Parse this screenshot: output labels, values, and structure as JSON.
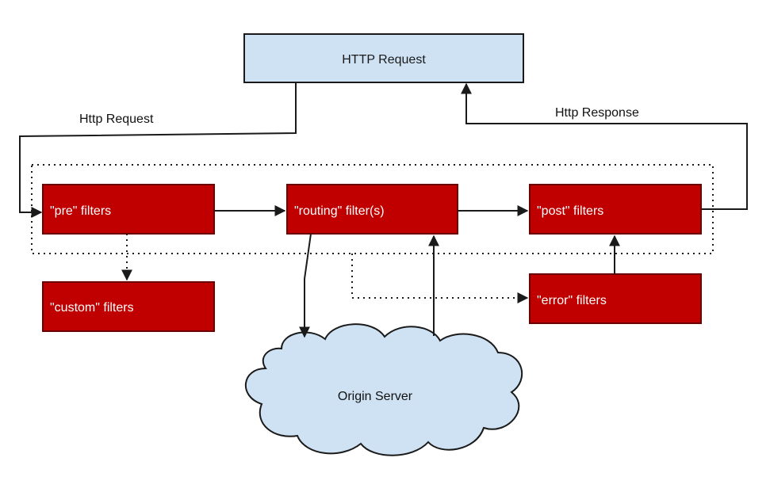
{
  "diagram": {
    "top_box": {
      "label": "HTTP Request",
      "fill": "#cfe2f3",
      "stroke": "#1a1a1a"
    },
    "edges": {
      "request_label": "Http Request",
      "response_label": "Http Response"
    },
    "filters": {
      "fill": "#c00000",
      "stroke": "#6b0000",
      "text_color": "#ffffff",
      "pre": "\"pre\" filters",
      "routing": "\"routing\" filter(s)",
      "post": "\"post\" filters",
      "custom": "\"custom\" filters",
      "error": "\"error\" filters"
    },
    "cloud": {
      "label": "Origin Server",
      "fill": "#cfe2f3",
      "stroke": "#1a1a1a"
    }
  }
}
